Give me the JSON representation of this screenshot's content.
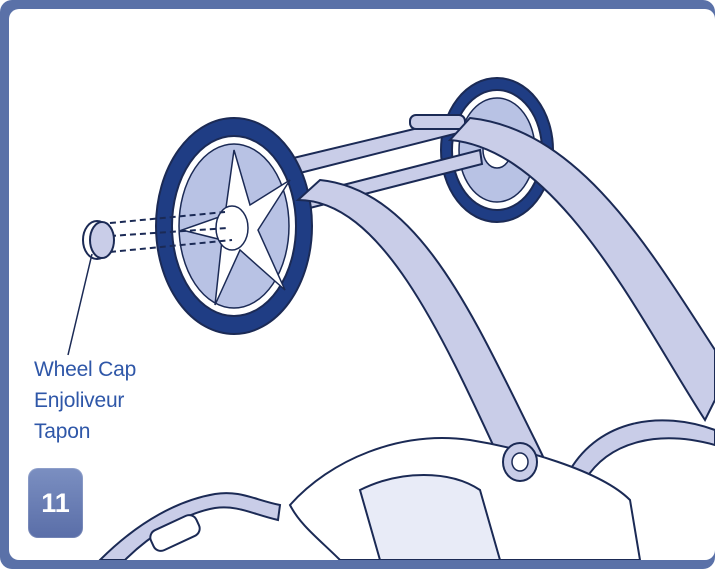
{
  "step": {
    "number": "11"
  },
  "callout": {
    "lines": [
      "Wheel Cap",
      "Enjoliveur",
      "Tapon"
    ]
  },
  "colors": {
    "frame": "#5a71a8",
    "text": "#2f57a8",
    "tube": "#c9cde8",
    "wheel": "#1f3d84",
    "outline": "#1b2a55"
  }
}
